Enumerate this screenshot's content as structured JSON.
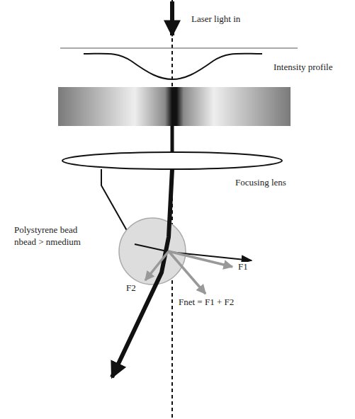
{
  "diagram": {
    "labels": [
      "Laser light in",
      "Intensity profile",
      "Focusing lens",
      "Polystyrene bead",
      "nbead > nmedium",
      "F1",
      "F2",
      "Fnet = F1 + F2"
    ]
  }
}
